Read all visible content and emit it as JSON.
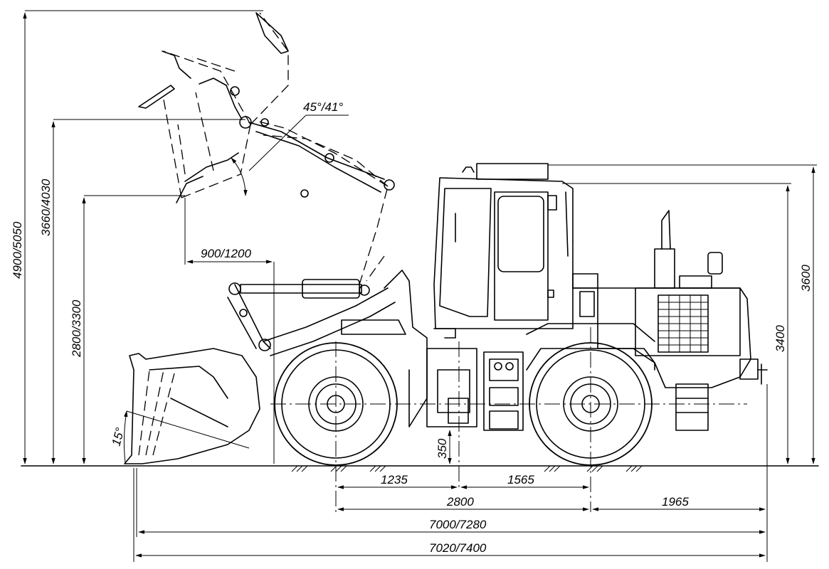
{
  "dimensions": {
    "max_height": "4900/5050",
    "pin_height": "3660/4030",
    "dump_clearance": "2800/3300",
    "dump_reach": "900/1200",
    "dump_angle": "45°/41°",
    "rollback_angle": "15°",
    "ground_clearance": "350",
    "front_axle_to_hitch": "1235",
    "hitch_to_rear_axle": "1565",
    "wheelbase": "2800",
    "rear_overhang": "1965",
    "length_bucket_ground": "7000/7280",
    "overall_length": "7020/7400",
    "height_cab": "3400",
    "height_overall": "3600"
  }
}
